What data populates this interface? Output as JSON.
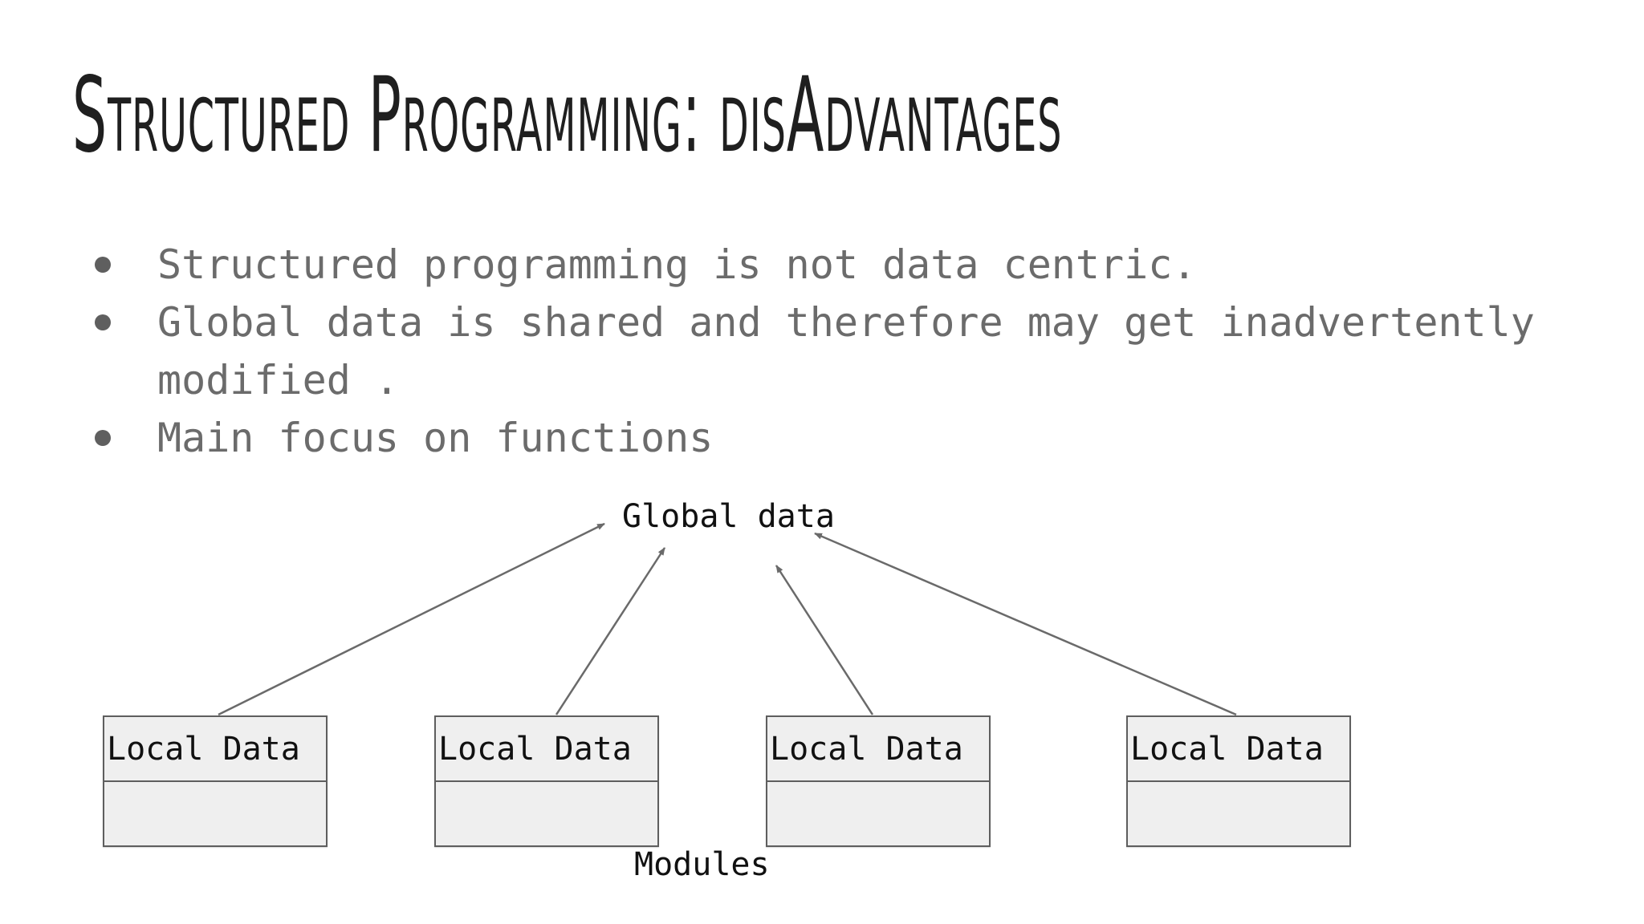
{
  "slide": {
    "title": "Structured Programming: disAdvantages",
    "bullets": [
      "Structured programming is not data centric.",
      "Global data is shared and therefore may get inadvertently modified .",
      "Main focus on functions"
    ],
    "diagram": {
      "global_data_label": "Global data",
      "module_box_label": "Local Data",
      "modules_caption": "Modules",
      "module_count": 4,
      "arrow_direction": "modules-to-global-data"
    },
    "colors": {
      "title-color": "#1f1f1f",
      "bullet-text": "#6b6b6b",
      "bullet-dot": "#5f5f5f",
      "diagram-text": "#111111",
      "box-fill": "#efefef",
      "box-border": "#5e5e5e",
      "arrow": "#6a6a6a"
    }
  }
}
